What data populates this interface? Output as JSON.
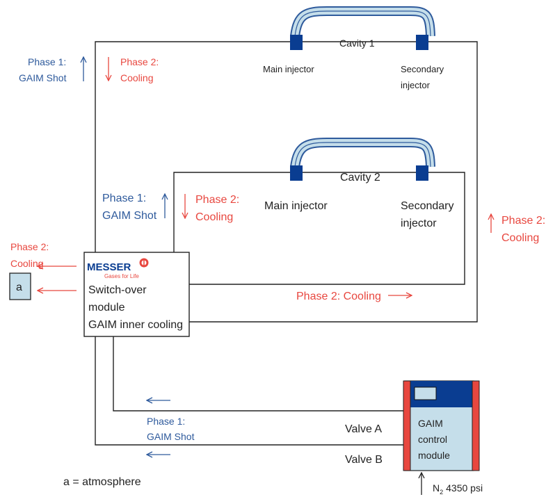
{
  "colors": {
    "blue": "#2e5a9c",
    "red": "#e8473f",
    "dark_blue": "#0a3d91",
    "light_blue": "#c5deea",
    "line": "#222222"
  },
  "cavity1": {
    "label": "Cavity 1",
    "main_injector": "Main injector",
    "secondary_injector_l1": "Secondary",
    "secondary_injector_l2": "injector"
  },
  "cavity2": {
    "label": "Cavity 2",
    "main_injector": "Main injector",
    "secondary_injector_l1": "Secondary",
    "secondary_injector_l2": "injector"
  },
  "outer_left": {
    "phase1_l1": "Phase 1:",
    "phase1_l2": "GAIM Shot",
    "phase2_l1": "Phase 2:",
    "phase2_l2": "Cooling"
  },
  "inner_left": {
    "phase1_l1": "Phase 1:",
    "phase1_l2": "GAIM Shot",
    "phase2_l1": "Phase 2:",
    "phase2_l2": "Cooling"
  },
  "right_side": {
    "phase2_l1": "Phase 2:",
    "phase2_l2": "Cooling"
  },
  "bottom_return": {
    "label": "Phase 2: Cooling"
  },
  "switch_module": {
    "logo": "MESSER",
    "tagline": "Gases for Life",
    "line1": "Switch-over",
    "line2": "module",
    "line3": "GAIM inner cooling"
  },
  "vent": {
    "phase2_l1": "Phase 2:",
    "phase2_l2": "Cooling",
    "box_label": "a",
    "legend": "a = atmosphere"
  },
  "valve_lines": {
    "phase1_l1": "Phase 1:",
    "phase1_l2": "GAIM Shot",
    "valve_a": "Valve A",
    "valve_b": "Valve B"
  },
  "control_module": {
    "line1": "GAIM",
    "line2": "control",
    "line3": "module"
  },
  "nitrogen": {
    "symbol": "N",
    "subscript": "2",
    "pressure": "4350 psi"
  }
}
